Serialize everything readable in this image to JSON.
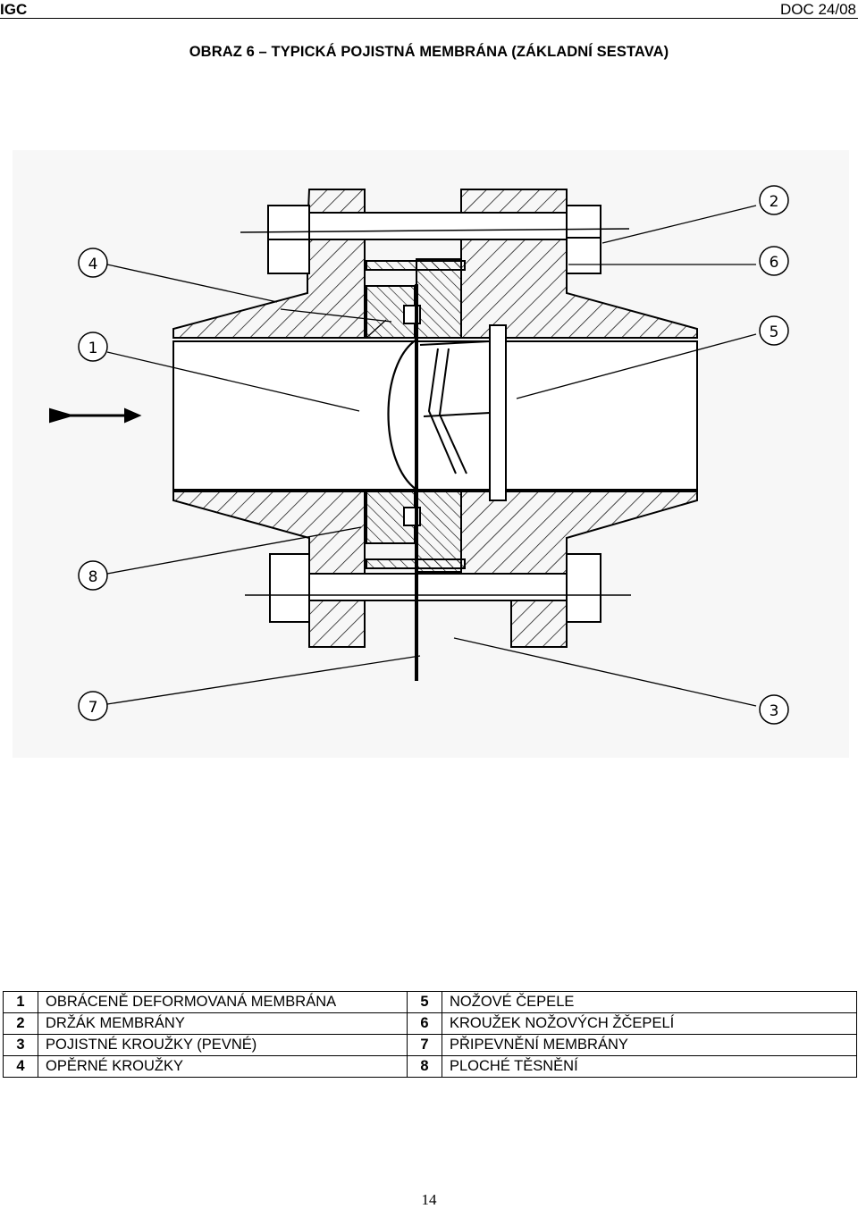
{
  "header": {
    "left": "IGC",
    "right": "DOC 24/08"
  },
  "title": "OBRAZ 6 – TYPICKÁ POJISTNÁ MEMBRÁNA (ZÁKLADNÍ SESTAVA)",
  "drawing": {
    "callouts": [
      "1",
      "2",
      "3",
      "4",
      "5",
      "6",
      "7",
      "8"
    ]
  },
  "legend": {
    "rows": [
      {
        "n1": "1",
        "t1": "OBRÁCENĚ DEFORMOVANÁ MEMBRÁNA",
        "n2": "5",
        "t2": "NOŽOVÉ ČEPELE"
      },
      {
        "n1": "2",
        "t1": "DRŽÁK MEMBRÁNY",
        "n2": "6",
        "t2": "KROUŽEK NOŽOVÝCH ŽČEPELÍ"
      },
      {
        "n1": "3",
        "t1": "POJISTNÉ KROUŽKY (PEVNÉ)",
        "n2": "7",
        "t2": "PŘIPEVNĚNÍ MEMBRÁNY"
      },
      {
        "n1": "4",
        "t1": "OPĚRNÉ KROUŽKY",
        "n2": "8",
        "t2": "PLOCHÉ TĚSNĚNÍ"
      }
    ]
  },
  "page_number": "14"
}
